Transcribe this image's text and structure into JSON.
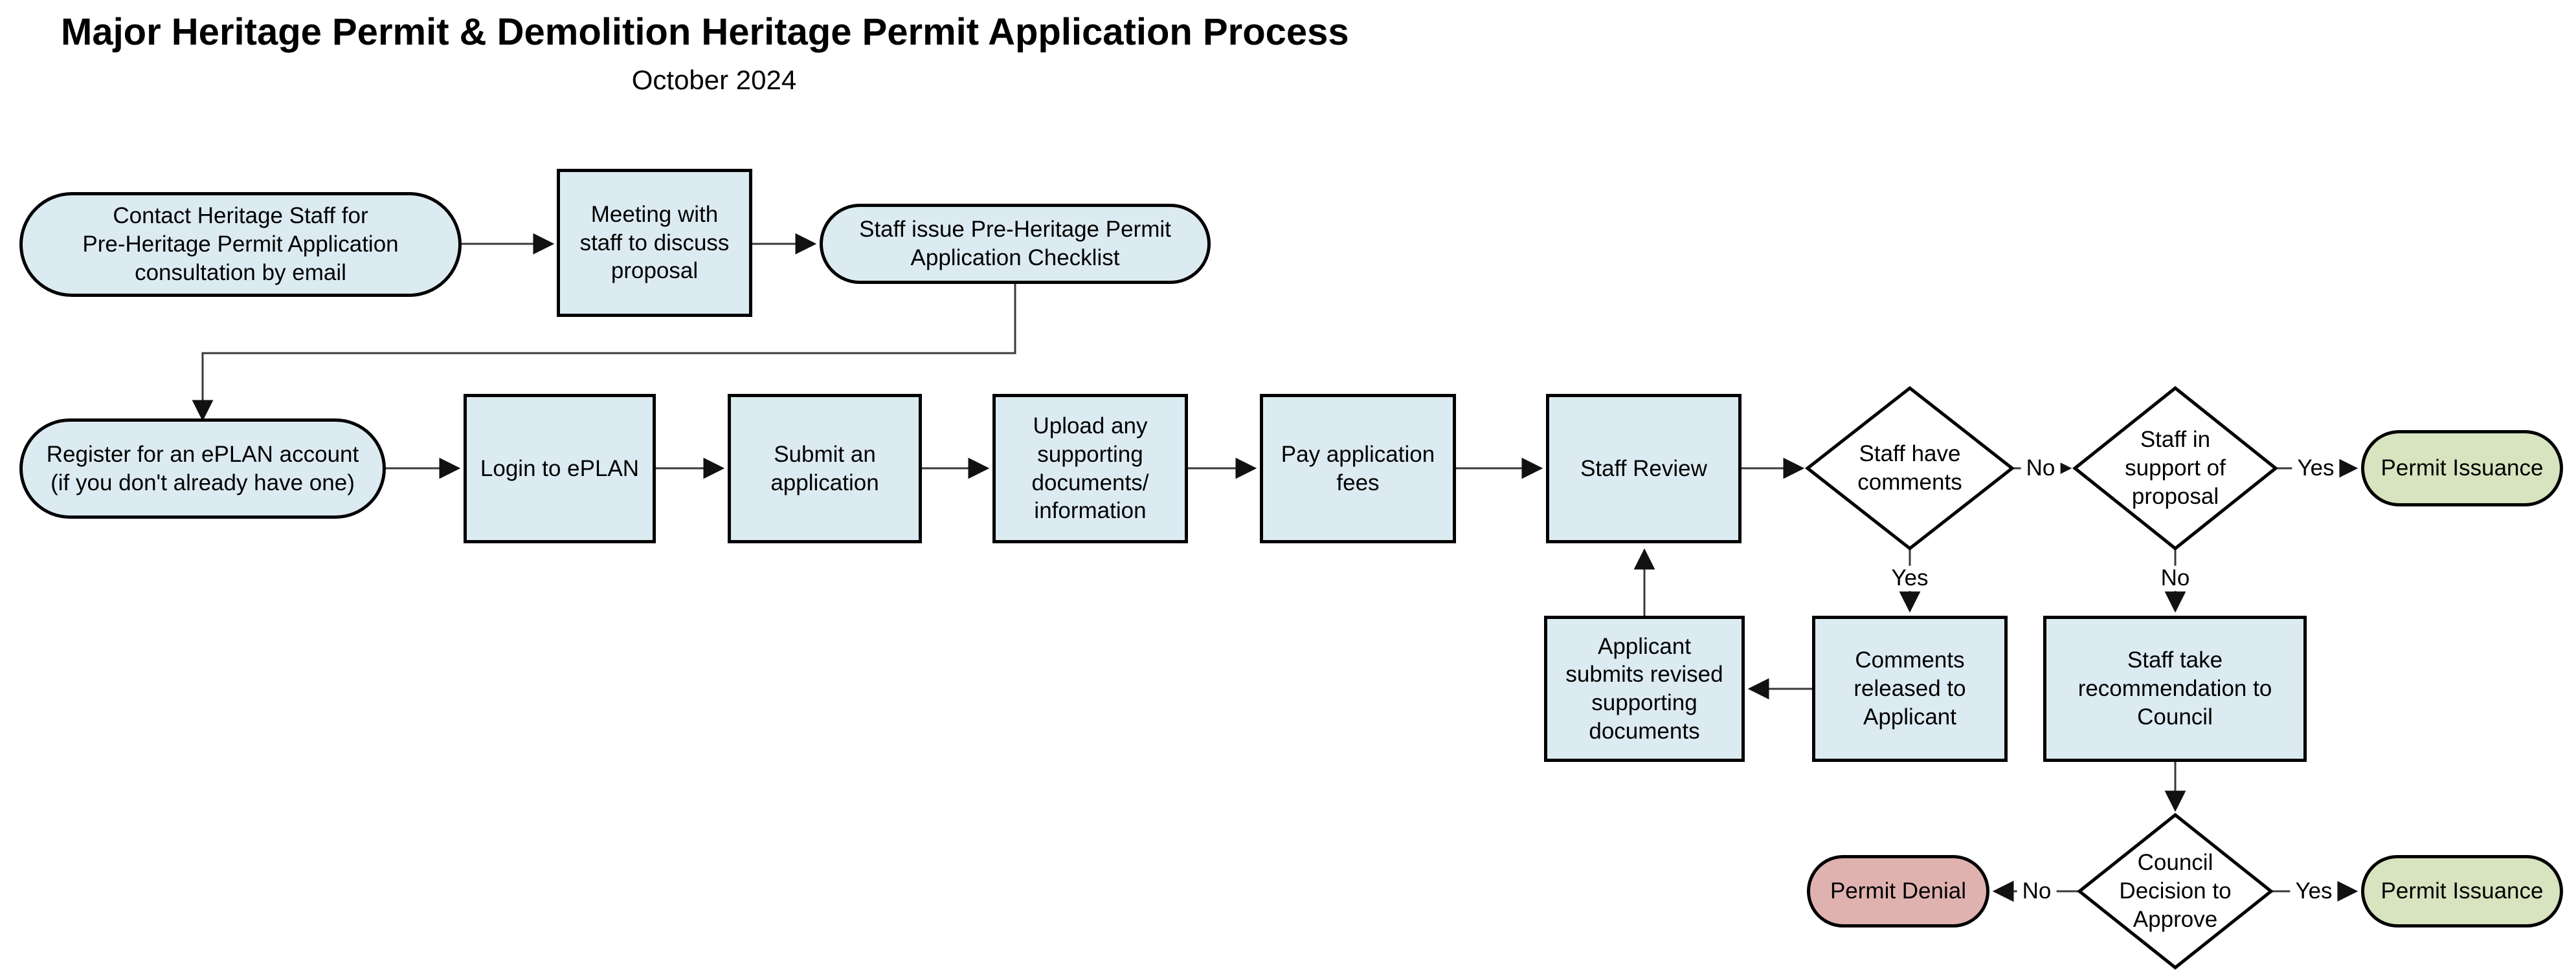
{
  "header": {
    "title": "Major Heritage Permit & Demolition Heritage Permit Application Process",
    "subtitle": "October 2024"
  },
  "colors": {
    "process_fill": "#dcebf2",
    "decision_fill": "#ffffff",
    "approve_fill": "#d8e3bf",
    "deny_fill": "#dfb2b0",
    "node_border": "#000000",
    "connector_line": "#3a3a3a",
    "arrowhead": "#111111"
  },
  "nodes": {
    "contact": {
      "shape": "stadium",
      "label": "Contact Heritage Staff for\nPre-Heritage Permit Application\nconsultation by email"
    },
    "meeting": {
      "shape": "process",
      "label": "Meeting with\nstaff to discuss\nproposal"
    },
    "checklist": {
      "shape": "stadium",
      "label": "Staff issue Pre-Heritage Permit\nApplication Checklist"
    },
    "register": {
      "shape": "stadium",
      "label": "Register for an ePLAN account\n(if you don't already have one)"
    },
    "login": {
      "shape": "process",
      "label": "Login to ePLAN"
    },
    "submit": {
      "shape": "process",
      "label": "Submit an\napplication"
    },
    "upload": {
      "shape": "process",
      "label": "Upload any\nsupporting\ndocuments/\ninformation"
    },
    "pay": {
      "shape": "process",
      "label": "Pay application\nfees"
    },
    "staff_review": {
      "shape": "process",
      "label": "Staff Review"
    },
    "staff_have_comments": {
      "shape": "decision",
      "label": "Staff have\ncomments"
    },
    "staff_in_support": {
      "shape": "decision",
      "label": "Staff in\nsupport of\nproposal"
    },
    "permit_issuance_top": {
      "shape": "stadium",
      "label": "Permit Issuance"
    },
    "applicant_revised": {
      "shape": "process",
      "label": "Applicant\nsubmits revised\nsupporting\ndocuments"
    },
    "comments_released": {
      "shape": "process",
      "label": "Comments\nreleased to\nApplicant"
    },
    "staff_recommendation": {
      "shape": "process",
      "label": "Staff take\nrecommendation to\nCouncil"
    },
    "council_decision": {
      "shape": "decision",
      "label": "Council\nDecision to\nApprove"
    },
    "permit_denial": {
      "shape": "stadium",
      "label": "Permit Denial"
    },
    "permit_issuance_bottom": {
      "shape": "stadium",
      "label": "Permit Issuance"
    }
  },
  "edge_labels": {
    "comments_no": "No",
    "support_yes": "Yes",
    "comments_yes": "Yes",
    "support_no": "No",
    "council_no": "No",
    "council_yes": "Yes"
  }
}
